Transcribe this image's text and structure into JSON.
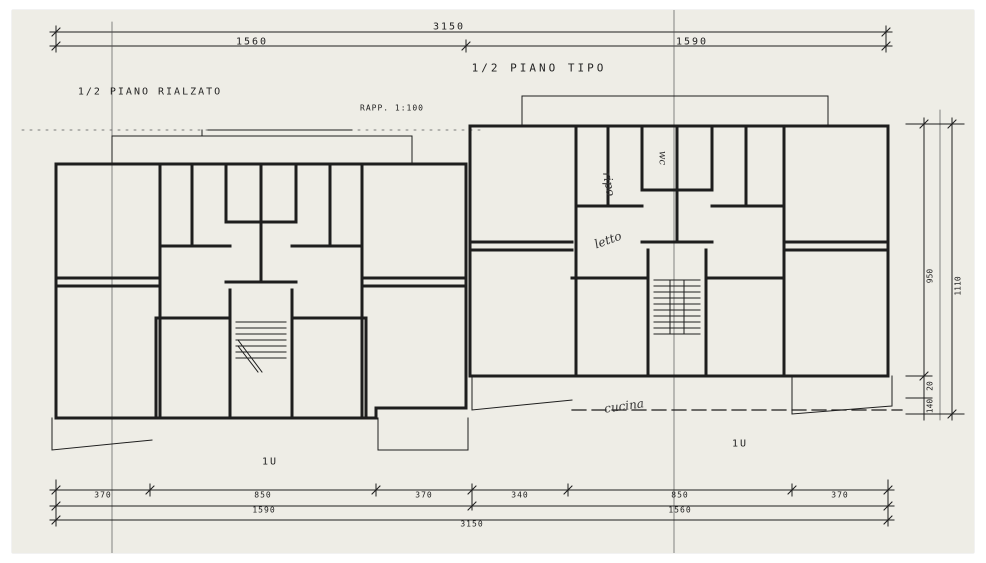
{
  "titles": {
    "rialzato": "1/2 PIANO RIALZATO",
    "tipo": "1/2 PIANO TIPO",
    "scale": "RAPP. 1:100"
  },
  "top_dims": {
    "total": "3150",
    "left": "1560",
    "right": "1590"
  },
  "bottom_dims": {
    "segments": [
      "370",
      "850",
      "370",
      "340",
      "850",
      "370"
    ],
    "left": "1590",
    "right": "1560",
    "total": "3150"
  },
  "side_dims": {
    "a": "950",
    "b": "1110",
    "c": "20",
    "d": "140"
  },
  "marks": {
    "left_n": "1U",
    "right_n": "1U"
  },
  "handwriting": [
    "ripo",
    "wc",
    "letto",
    "cucina"
  ]
}
